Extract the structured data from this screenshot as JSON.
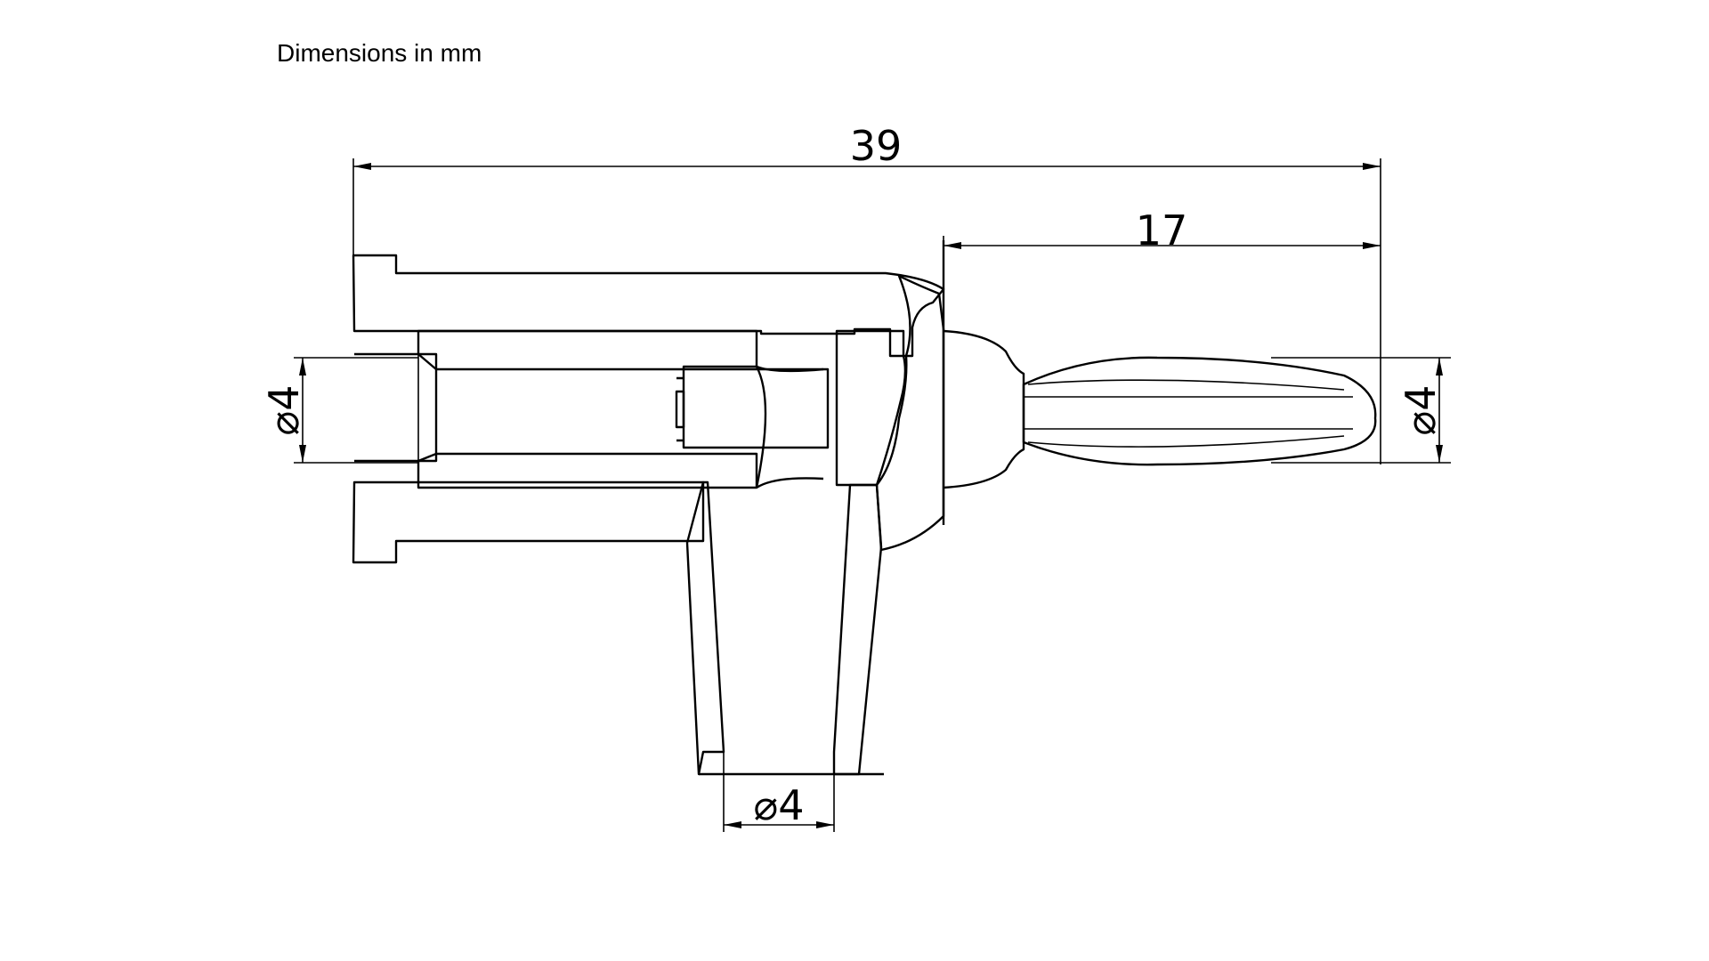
{
  "drawing": {
    "note": "Dimensions in mm",
    "dimensions": {
      "overall_length": "39",
      "pin_length": "17",
      "socket_diameter": "⌀4",
      "pin_diameter": "⌀4",
      "cable_bore_diameter": "⌀4"
    }
  }
}
